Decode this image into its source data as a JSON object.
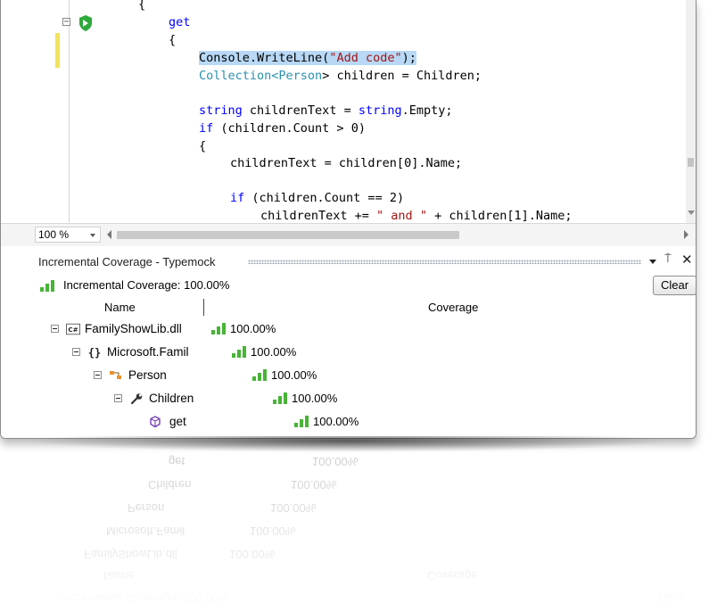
{
  "editor": {
    "lines": [
      {
        "segments": [
          {
            "t": "{",
            "c": ""
          }
        ]
      },
      {
        "segments": [
          {
            "t": "get",
            "c": "kw"
          }
        ]
      },
      {
        "segments": [
          {
            "t": "{",
            "c": ""
          }
        ]
      },
      {
        "segments": [
          {
            "t": "Console.WriteLine(",
            "c": "",
            "hl": true
          },
          {
            "t": "\"Add code\"",
            "c": "str",
            "hl": true
          },
          {
            "t": ");",
            "c": "",
            "hl": true
          }
        ]
      },
      {
        "segments": [
          {
            "t": "Collection<",
            "c": "ty"
          },
          {
            "t": "Person",
            "c": "ty"
          },
          {
            "t": "> children = Children;",
            "c": ""
          }
        ]
      },
      {
        "segments": []
      },
      {
        "segments": [
          {
            "t": "string",
            "c": "kw"
          },
          {
            "t": " childrenText = ",
            "c": ""
          },
          {
            "t": "string",
            "c": "kw"
          },
          {
            "t": ".Empty;",
            "c": ""
          }
        ]
      },
      {
        "segments": [
          {
            "t": "if",
            "c": "kw"
          },
          {
            "t": " (children.Count > 0)",
            "c": ""
          }
        ]
      },
      {
        "segments": [
          {
            "t": "{",
            "c": ""
          }
        ]
      },
      {
        "segments": [
          {
            "t": "childrenText = children[0].Name;",
            "c": ""
          }
        ]
      },
      {
        "segments": []
      },
      {
        "segments": [
          {
            "t": "if",
            "c": "kw"
          },
          {
            "t": " (children.Count == 2)",
            "c": ""
          }
        ]
      },
      {
        "segments": [
          {
            "t": "childrenText += ",
            "c": ""
          },
          {
            "t": "\" and \"",
            "c": "str"
          },
          {
            "t": " + children[1].Name;",
            "c": ""
          }
        ]
      }
    ],
    "zoom": "100 %",
    "icons": {
      "collapse": "collapse-box-icon",
      "coverage_shield": "shield-check-icon"
    }
  },
  "tool_window": {
    "title": "Incremental Coverage - Typemock",
    "pin_glyph": "⍑",
    "close_glyph": "✕",
    "summary": "Incremental Coverage: 100.00%",
    "clear_label": "Clear",
    "columns": {
      "name": "Name",
      "coverage": "Coverage"
    },
    "tree": [
      {
        "label": "FamilyShowLib.dll",
        "icon": "csharp-assembly-icon",
        "coverage": "100.00%",
        "level": 0,
        "expandable": true
      },
      {
        "label": "Microsoft.Famil",
        "icon": "namespace-braces-icon",
        "coverage": "100.00%",
        "level": 1,
        "expandable": true
      },
      {
        "label": "Person",
        "icon": "class-icon",
        "coverage": "100.00%",
        "level": 2,
        "expandable": true
      },
      {
        "label": "Children",
        "icon": "property-wrench-icon",
        "coverage": "100.00%",
        "level": 3,
        "expandable": true
      },
      {
        "label": "get",
        "icon": "method-cube-icon",
        "coverage": "100.00%",
        "level": 4,
        "expandable": false
      }
    ],
    "colors": {
      "coverage_green": "#47b436",
      "method_purple": "#7a3fb5",
      "class_orange": "#e8922d"
    }
  }
}
